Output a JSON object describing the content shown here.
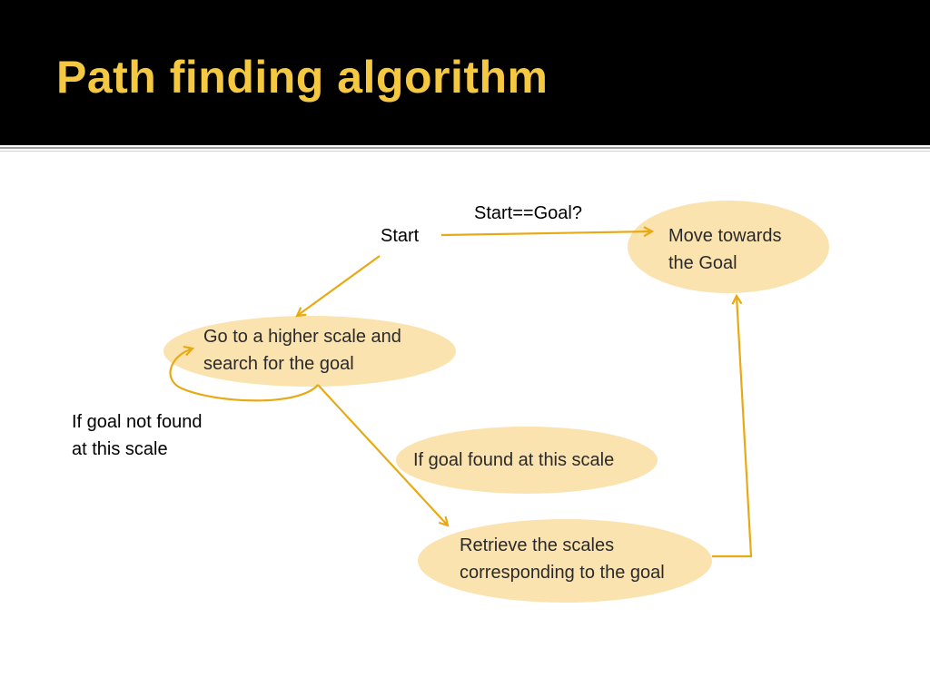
{
  "slide": {
    "title": "Path finding algorithm"
  },
  "diagram": {
    "nodes": {
      "start": "Start",
      "move_goal": [
        "Move towards",
        "the Goal"
      ],
      "higher_scale": [
        "Go to a higher scale and",
        "search for the goal"
      ],
      "found": "If goal found at this scale",
      "retrieve": [
        "Retrieve the scales",
        "corresponding to the goal"
      ]
    },
    "labels": {
      "start_goal": "Start==Goal?",
      "not_found": [
        "If goal not found",
        "at this scale"
      ]
    }
  },
  "colors": {
    "title": "#f5c842",
    "header_bg": "#000000",
    "node_fill": "#fbe3b0",
    "arrow": "#e8aa14"
  }
}
